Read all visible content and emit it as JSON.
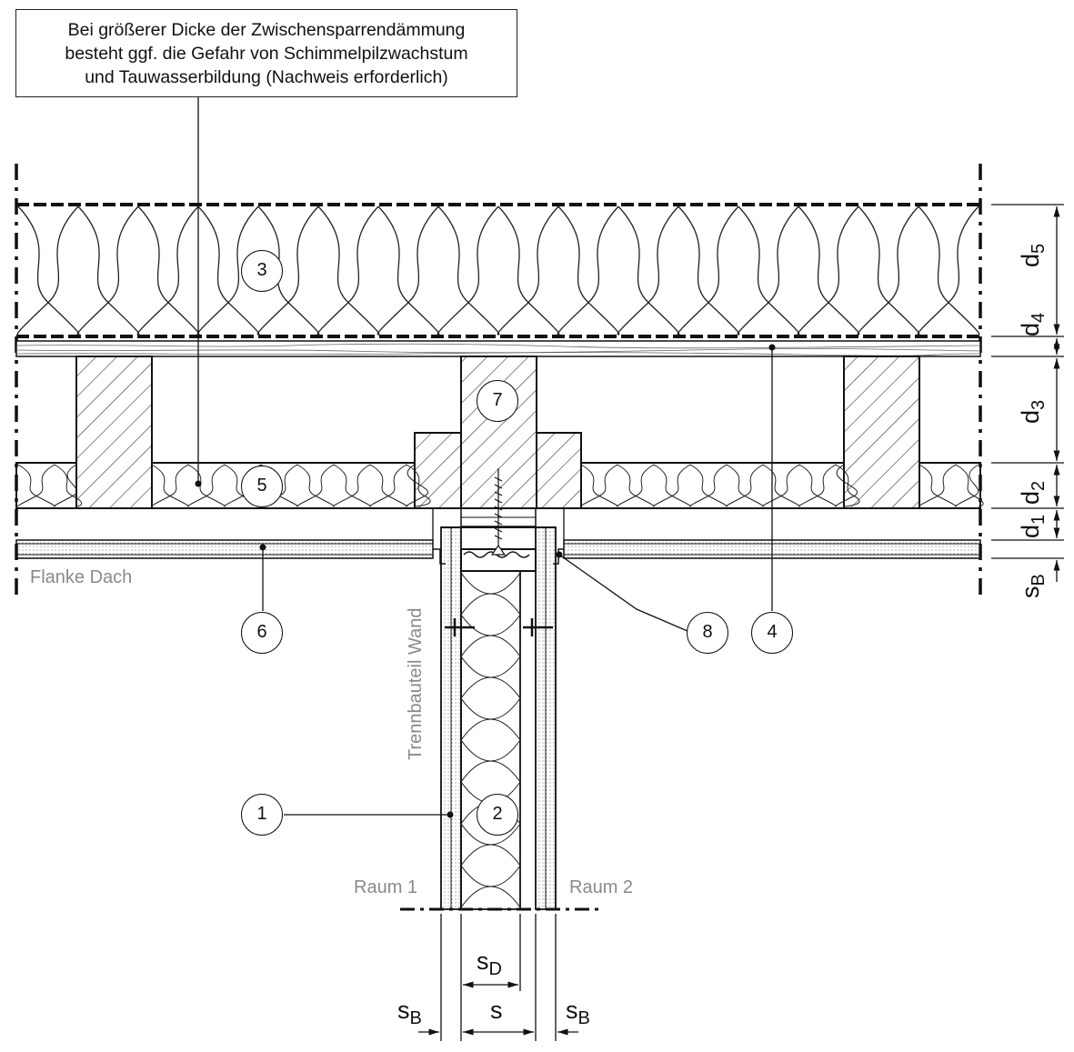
{
  "note": {
    "lines": [
      "Bei größerer Dicke der Zwischensparrendämmung",
      "besteht ggf. die Gefahr von Schimmelpilzwachstum",
      "und Tauwasserbildung (Nachweis erforderlich)"
    ]
  },
  "labels": {
    "flanke": "Flanke Dach",
    "trennbauteil": "Trennbauteil Wand",
    "raum1": "Raum 1",
    "raum2": "Raum 2"
  },
  "callouts": [
    "1",
    "2",
    "3",
    "4",
    "5",
    "6",
    "7",
    "8"
  ],
  "dimensions": {
    "d5": {
      "base": "d",
      "sub": "5"
    },
    "d4": {
      "base": "d",
      "sub": "4"
    },
    "d3": {
      "base": "d",
      "sub": "3"
    },
    "d2": {
      "base": "d",
      "sub": "2"
    },
    "d1": {
      "base": "d",
      "sub": "1"
    },
    "sB_right": {
      "base": "s",
      "sub": "B"
    },
    "sD": {
      "base": "s",
      "sub": "D"
    },
    "s": {
      "base": "s"
    },
    "sB_left": {
      "base": "s",
      "sub": "B"
    },
    "sB_wall_right": {
      "base": "s",
      "sub": "B"
    }
  },
  "colors": {
    "line": "#111111",
    "label_grey": "#8a8a8a",
    "hatch": "#333333"
  }
}
